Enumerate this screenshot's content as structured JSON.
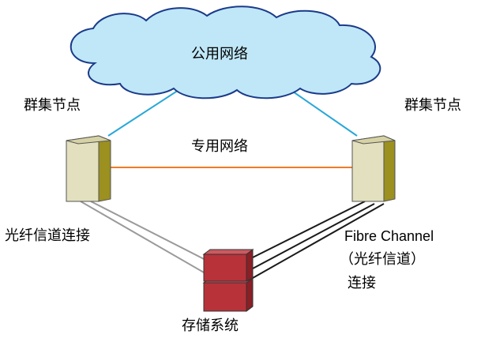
{
  "diagram": {
    "public_network_label": "公用网络",
    "private_network_label": "专用网络",
    "left_node_label": "群集节点",
    "right_node_label": "群集节点",
    "left_connection_label": "光纤信道连接",
    "right_connection_label_line1": "Fibre Channel",
    "right_connection_label_line2": "（光纤信道）",
    "right_connection_label_line3": "连接",
    "storage_label": "存储系统"
  },
  "colors": {
    "cloud_fill": "#bfe7f7",
    "cloud_stroke": "#1a3a8a",
    "public_link": "#29a8d8",
    "private_link": "#f07b2a",
    "fibre_link_left": "#9a9a9a",
    "fibre_link_right": "#1a1a1a",
    "server_front": "#e3e0bf",
    "server_side": "#9b9020",
    "storage_fill": "#b8323a"
  }
}
